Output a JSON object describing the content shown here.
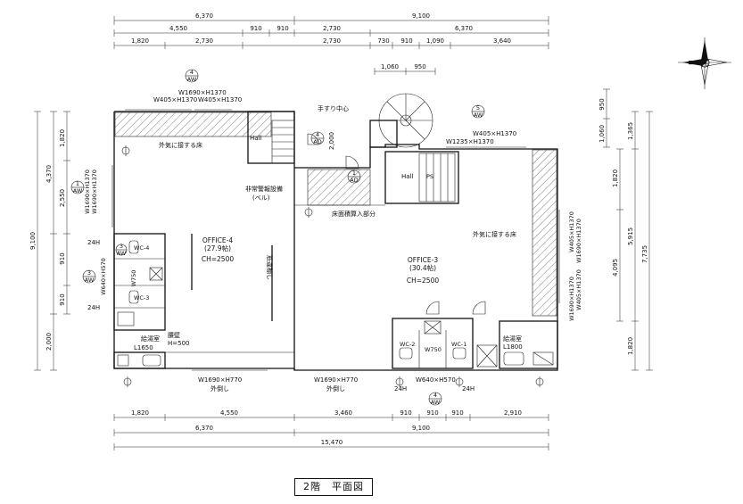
{
  "caption": "2階　平面図",
  "north_label": "N",
  "dims_top": {
    "row1": [
      "6,370",
      "9,100"
    ],
    "row2": [
      "4,550",
      "910",
      "910",
      "2,730",
      "6,370"
    ],
    "row3": [
      "1,820",
      "2,730",
      "2,730",
      "730",
      "910",
      "1,090",
      "3,640"
    ],
    "stair": [
      "1,060",
      "950"
    ]
  },
  "dims_bottom": {
    "row1": [
      "1,820",
      "4,550",
      "3,460",
      "910",
      "910",
      "910",
      "2,910"
    ],
    "row2": [
      "6,370",
      "9,100"
    ],
    "row3": [
      "15,470"
    ]
  },
  "dims_left": {
    "outer": "9,100",
    "mid": [
      "4,370",
      "2,000"
    ],
    "inner": [
      "1,820",
      "2,550",
      "910",
      "910"
    ]
  },
  "dims_right": {
    "outer": "7,735",
    "mid": [
      "1,365",
      "5,915",
      "1,820"
    ],
    "inner": [
      "1,820",
      "4,095"
    ],
    "stair": [
      "950",
      "1,060"
    ]
  },
  "rooms": {
    "office4": [
      "OFFICE-4",
      "(27.9帖)",
      "CH=2500"
    ],
    "office3": [
      "OFFICE-3",
      "(30.4帖)",
      "CH=2500"
    ],
    "hall_left": "Hall",
    "hall_right": "Hall",
    "ps": "PS",
    "kyuto_left": "給湯室",
    "kyuto_right": "給湯室",
    "l1650": "L1650",
    "l1800": "L1800",
    "h500": "H=500",
    "koshikabe": "腰壁",
    "wc_left": [
      "WC-4",
      "WC-3"
    ],
    "wc_right": [
      "WC-2",
      "WC-1"
    ],
    "w750_left": "W750",
    "w750_right": "W750"
  },
  "labels": {
    "gaiki_left": "外気に接する床",
    "gaiki_right": "外気に接する床",
    "tesuri": "手すり中心",
    "hijou": [
      "非常警報設備",
      "(ベル)"
    ],
    "yukamen": "床面積算入部分",
    "boushi_wall": "筋違棚し",
    "dim_2000": "2,000",
    "h24": [
      "24H",
      "24H",
      "24H",
      "24H"
    ]
  },
  "windows": {
    "top_left": [
      "W1690×H1370",
      "W405×H1370",
      "W405×H1370"
    ],
    "top_right": [
      "W405×H1370",
      "W1235×H1370"
    ],
    "left": [
      "W1690×H1370",
      "W1690×H1370"
    ],
    "right": [
      "W405×H1370",
      "W1690×H1370",
      "W1690×H1370",
      "W405×H1370"
    ],
    "bottom_left": [
      "W1690×H770",
      "外倒し"
    ],
    "bottom_right": [
      "W1690×H770",
      "外倒し"
    ],
    "small_left": "W640×H570",
    "small_bottom": "W640×H570"
  },
  "markers": {
    "aw4_top": [
      "4",
      "AW"
    ],
    "aw5_top": [
      "5",
      "AW"
    ],
    "aw1_left": [
      "1",
      "AW"
    ],
    "aw3_left": [
      "3",
      "AW"
    ],
    "aw4_bottom": [
      "4",
      "AW"
    ],
    "ad4": [
      "4",
      "AD"
    ],
    "ad1": [
      "1",
      "AD"
    ],
    "aw_small": [
      "3",
      "AW"
    ]
  }
}
